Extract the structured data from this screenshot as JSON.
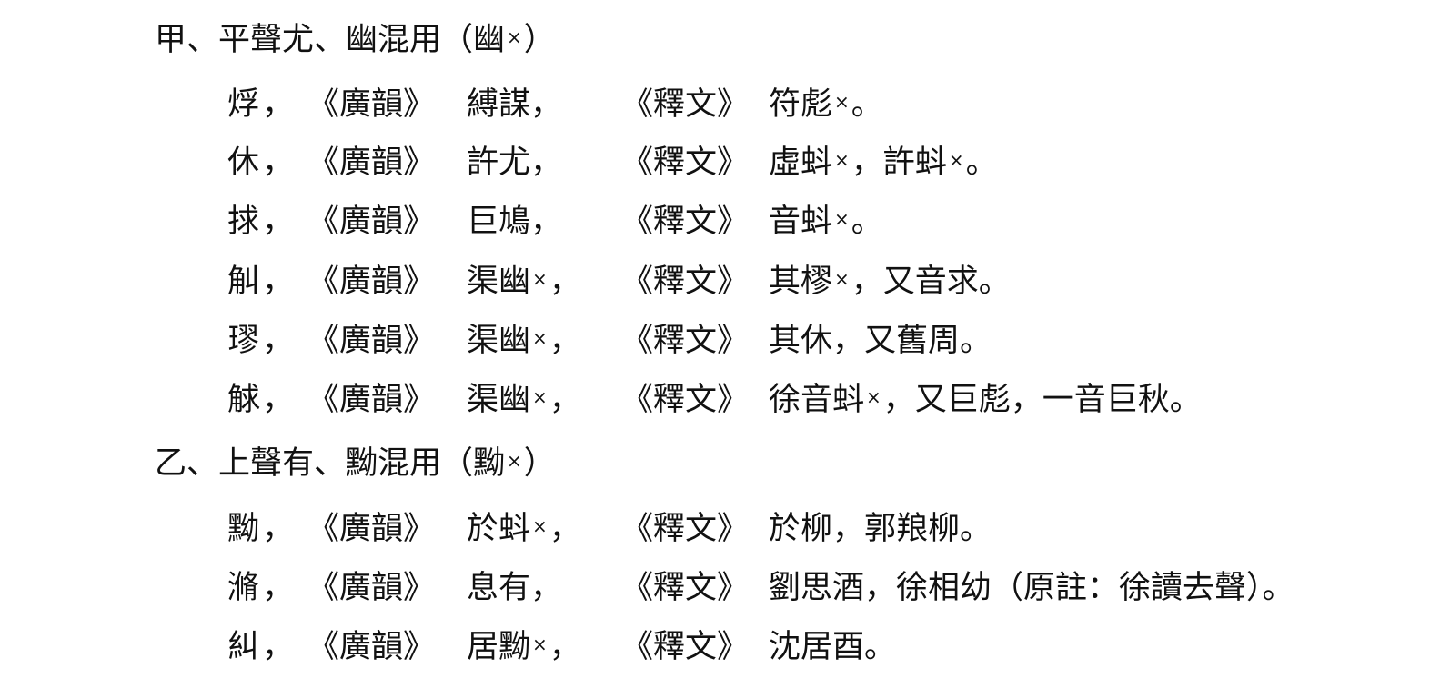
{
  "sections": [
    {
      "heading": {
        "prefix": "甲、平聲尤、幽混用（",
        "char": "幽",
        "mark": "×",
        "suffix": "）"
      },
      "entries": [
        {
          "char": "烰",
          "comma": "，",
          "gy": "《廣韻》",
          "gy_val": "縛謀，",
          "gy_mark": "",
          "gy_tail": "",
          "sw": "《釋文》",
          "sw_val": "符彪",
          "sw_mark": "×",
          "sw_tail": "。",
          "sw_val2": "",
          "sw_mark2": "",
          "sw_tail2": ""
        },
        {
          "char": "休",
          "comma": "，",
          "gy": "《廣韻》",
          "gy_val": "許尤，",
          "gy_mark": "",
          "gy_tail": "",
          "sw": "《釋文》",
          "sw_val": "虛蚪",
          "sw_mark": "×",
          "sw_tail": "，",
          "sw_val2": "許蚪",
          "sw_mark2": "×",
          "sw_tail2": "。"
        },
        {
          "char": "捄",
          "comma": "，",
          "gy": "《廣韻》",
          "gy_val": "巨鳩，",
          "gy_mark": "",
          "gy_tail": "",
          "sw": "《釋文》",
          "sw_val": "音蚪",
          "sw_mark": "×",
          "sw_tail": "。",
          "sw_val2": "",
          "sw_mark2": "",
          "sw_tail2": ""
        },
        {
          "char": "觓",
          "comma": "，",
          "gy": "《廣韻》",
          "gy_val": "渠幽",
          "gy_mark": "×",
          "gy_tail": "，",
          "sw": "《釋文》",
          "sw_val": "其樛",
          "sw_mark": "×",
          "sw_tail": "，又音求。",
          "sw_val2": "",
          "sw_mark2": "",
          "sw_tail2": ""
        },
        {
          "char": "璆",
          "comma": "，",
          "gy": "《廣韻》",
          "gy_val": "渠幽",
          "gy_mark": "×",
          "gy_tail": "，",
          "sw": "《釋文》",
          "sw_val": "其休，又舊周。",
          "sw_mark": "",
          "sw_tail": "",
          "sw_val2": "",
          "sw_mark2": "",
          "sw_tail2": ""
        },
        {
          "char": "觩",
          "comma": "，",
          "gy": "《廣韻》",
          "gy_val": "渠幽",
          "gy_mark": "×",
          "gy_tail": "，",
          "sw": "《釋文》",
          "sw_val": "徐音蚪",
          "sw_mark": "×",
          "sw_tail": "，又巨彪，一音巨秋。",
          "sw_val2": "",
          "sw_mark2": "",
          "sw_tail2": ""
        }
      ]
    },
    {
      "heading": {
        "prefix": "乙、上聲有、黝混用（",
        "char": "黝",
        "mark": "×",
        "suffix": "）"
      },
      "entries": [
        {
          "char": "黝",
          "comma": "，",
          "gy": "《廣韻》",
          "gy_val": "於蚪",
          "gy_mark": "×",
          "gy_tail": "，",
          "sw": "《釋文》",
          "sw_val": "於柳，郭羪柳。",
          "sw_mark": "",
          "sw_tail": "",
          "sw_val2": "",
          "sw_mark2": "",
          "sw_tail2": ""
        },
        {
          "char": "滫",
          "comma": "，",
          "gy": "《廣韻》",
          "gy_val": "息有，",
          "gy_mark": "",
          "gy_tail": "",
          "sw": "《釋文》",
          "sw_val": "劉思酒，徐相幼（原註：徐讀去聲）。",
          "sw_mark": "",
          "sw_tail": "",
          "sw_val2": "",
          "sw_mark2": "",
          "sw_tail2": ""
        },
        {
          "char": "糾",
          "comma": "，",
          "gy": "《廣韻》",
          "gy_val": "居黝",
          "gy_mark": "×",
          "gy_tail": "，",
          "sw": "《釋文》",
          "sw_val": "沈居酉。",
          "sw_mark": "",
          "sw_tail": "",
          "sw_val2": "",
          "sw_mark2": "",
          "sw_tail2": ""
        }
      ]
    }
  ]
}
